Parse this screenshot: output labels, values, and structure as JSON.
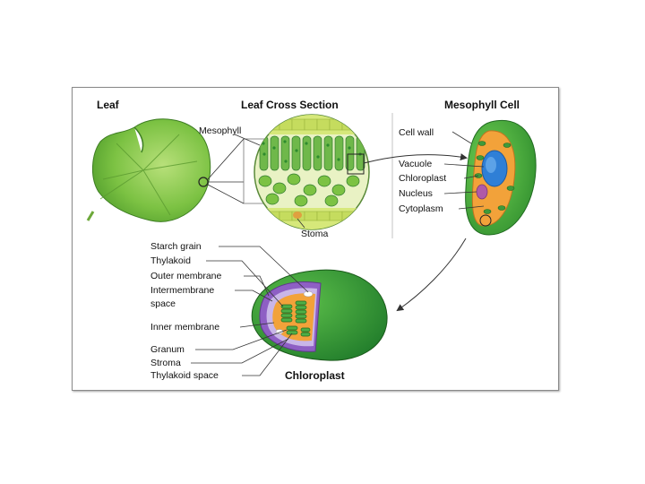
{
  "headings": {
    "leaf": "Leaf",
    "cross_section": "Leaf Cross Section",
    "mesophyll_cell": "Mesophyll Cell",
    "chloroplast": "Chloroplast"
  },
  "cross_section_labels": {
    "mesophyll": "Mesophyll",
    "stoma": "Stoma"
  },
  "cell_labels": [
    "Cell wall",
    "Vacuole",
    "Chloroplast",
    "Nucleus",
    "Cytoplasm"
  ],
  "chloroplast_labels": [
    "Starch grain",
    "Thylakoid",
    "Outer membrane",
    "Intermembrane",
    "space",
    "Inner membrane",
    "Granum",
    "Stroma",
    "Thylakoid space"
  ],
  "colors": {
    "leaf_green": "#7cc243",
    "dark_green": "#2e8b2e",
    "cell_orange": "#f2a23a",
    "vacuole_blue": "#2f7fd6",
    "nucleus_purple": "#b05aa8",
    "membrane_purple": "#8e5fc4"
  }
}
